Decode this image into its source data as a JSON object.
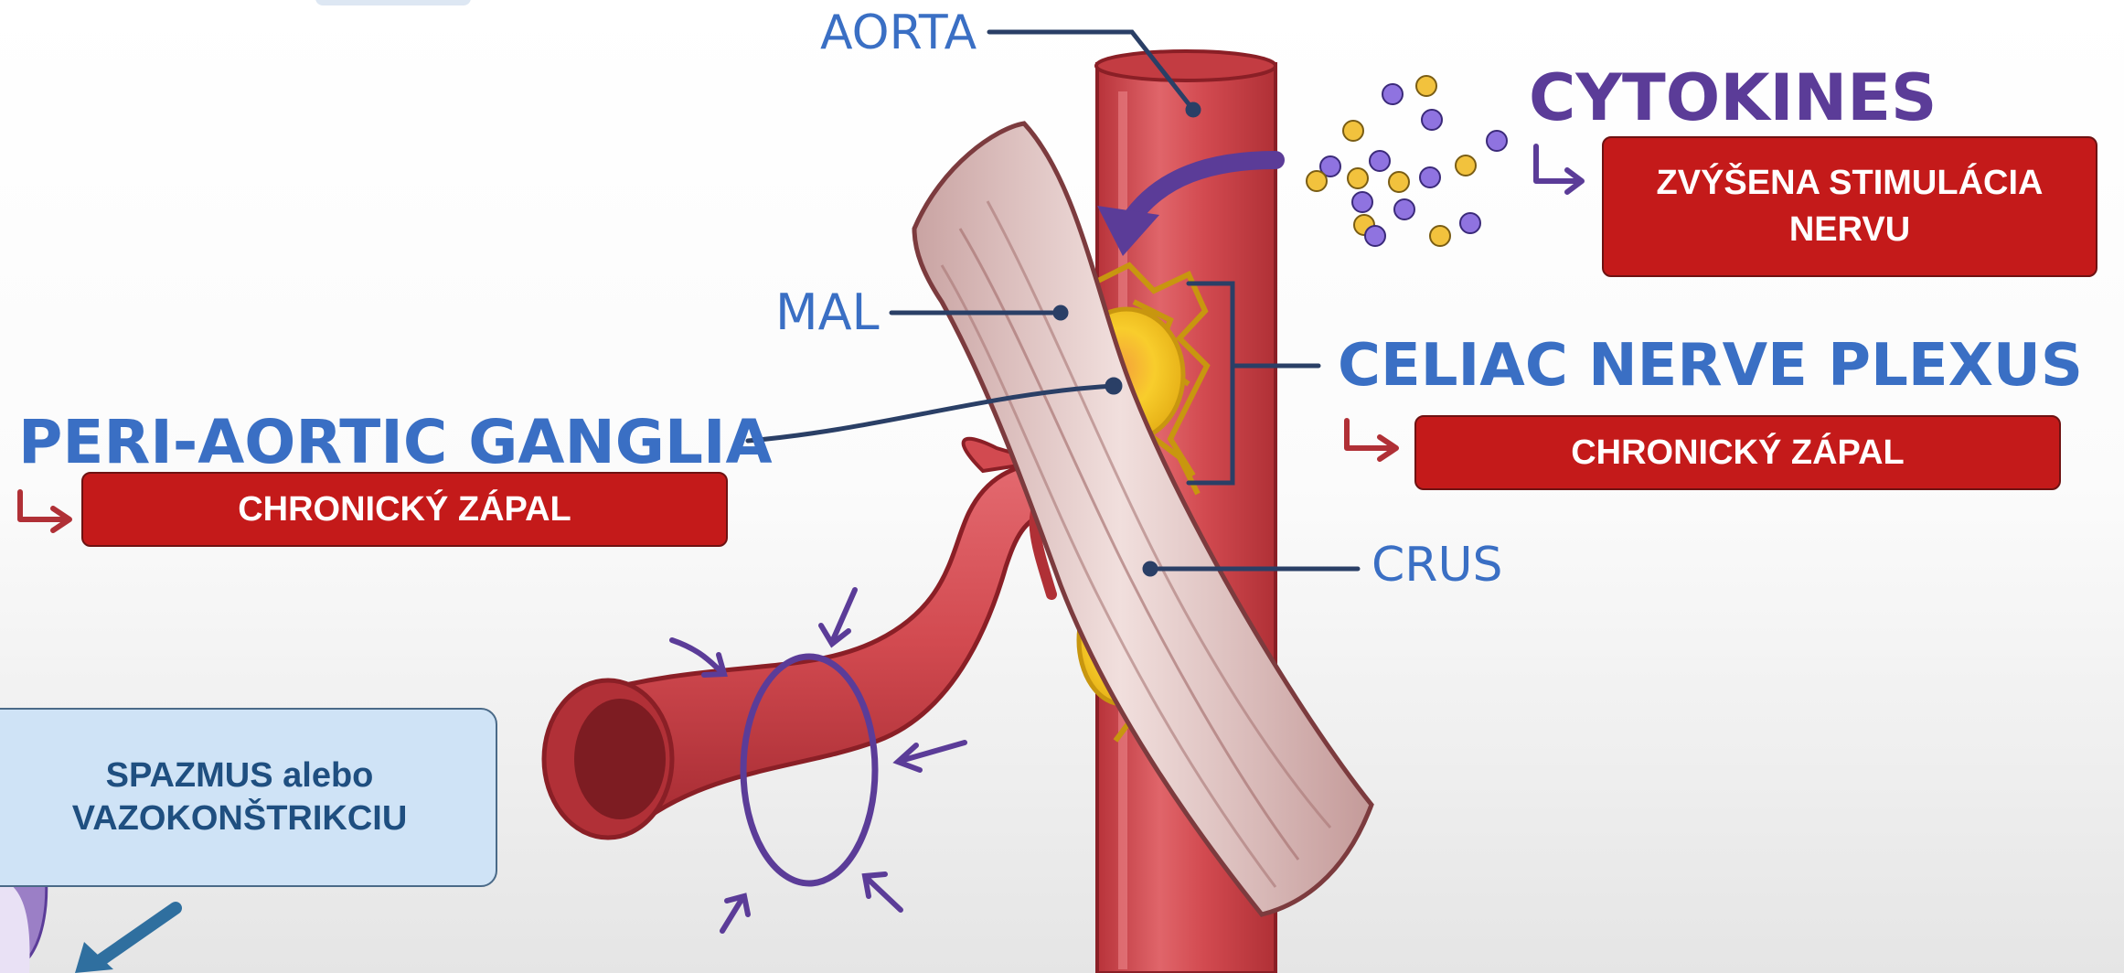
{
  "labels": {
    "aorta": "AORTA",
    "cytokines": "CYTOKINES",
    "mal": "MAL",
    "celiac": "CELIAC NERVE PLEXUS",
    "peri": "PERI-AORTIC GANGLIA",
    "crus": "CRUS"
  },
  "boxes": {
    "stimulation": [
      "ZVÝŠENA STIMULÁCIA",
      "NERVU"
    ],
    "celiac_inflammation": "CHRONICKÝ ZÁPAL",
    "peri_inflammation": "CHRONICKÝ ZÁPAL",
    "spasm": [
      "SPAZMUS alebo",
      "VAZOKONŠTRIKCIU"
    ]
  },
  "colors": {
    "label_blue": "#3a6fc4",
    "cytokine_purple": "#5b3c98",
    "box_red": "#c41a1a",
    "box_blue": "#cfe3f6",
    "aorta_red": "#d04a4e",
    "ganglia_yellow": "#f6c72a",
    "muscle_pink": "#e2c2c0"
  },
  "icons": [
    "cytokine-dots-icon",
    "curved-arrow-icon",
    "hook-arrow-icon",
    "compression-arrow-icon",
    "pointer-arrow-icon"
  ]
}
